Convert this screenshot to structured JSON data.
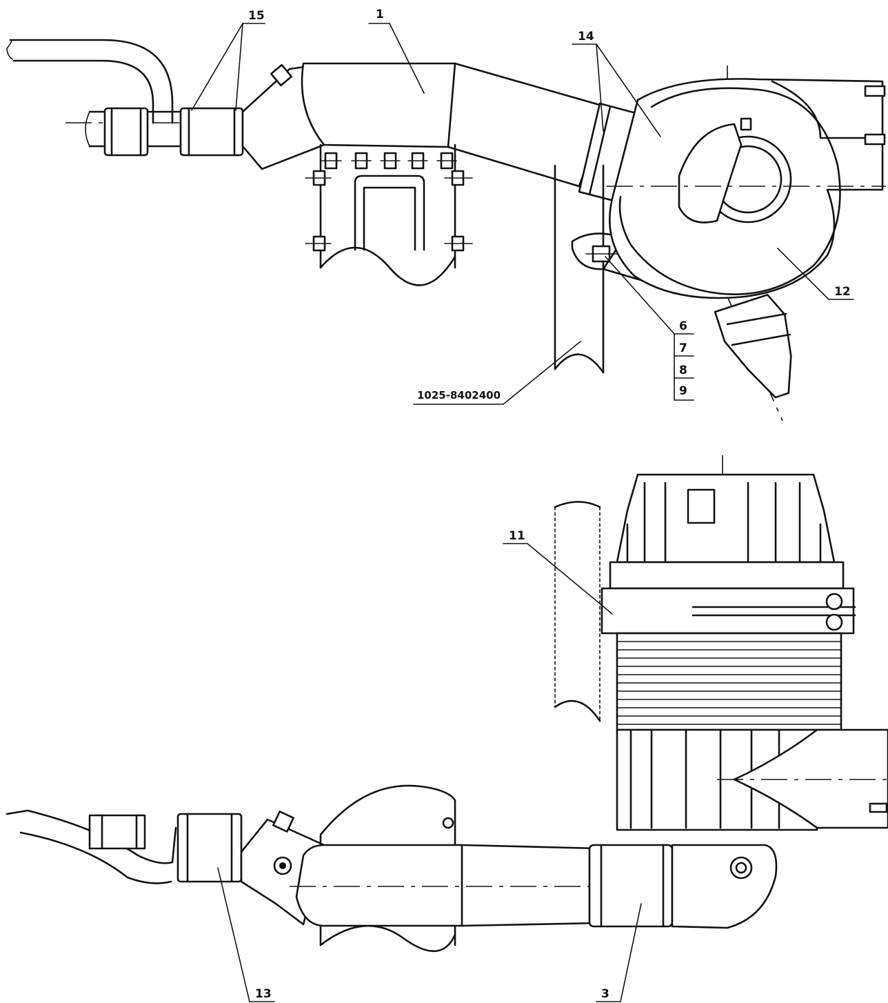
{
  "callouts": {
    "c1": "1",
    "c3": "3",
    "c6": "6",
    "c7": "7",
    "c8": "8",
    "c9": "9",
    "c11": "11",
    "c12": "12",
    "c13": "13",
    "c14": "14",
    "c15": "15",
    "part_number": "1025-8402400"
  }
}
